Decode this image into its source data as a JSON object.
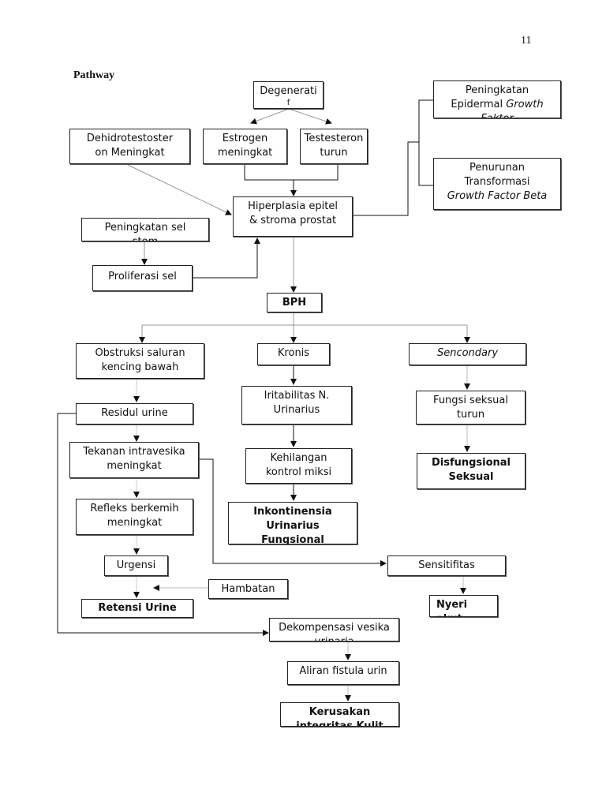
{
  "page_number": "11",
  "title": "Pathway",
  "nodes": {
    "degeneratif": [
      "Degenerati",
      "f"
    ],
    "egf": [
      "Peningkatan",
      "Epidermal ",
      "Growth",
      "Faktor"
    ],
    "dht": [
      "Dehidrotestoster",
      "on  Meningkat"
    ],
    "estrogen": [
      "Estrogen",
      "meningkat"
    ],
    "testosteron": [
      "Testesteron",
      "turun"
    ],
    "tgf": [
      "Penurunan",
      "Transformasi",
      "Growth Factor Beta"
    ],
    "hiperplasia": [
      "Hiperplasia epitel",
      "& stroma prostat"
    ],
    "sel_stem": [
      "Peningkatan sel",
      "stem"
    ],
    "proliferasi": [
      "Proliferasi  sel"
    ],
    "bph": [
      "BPH"
    ],
    "obstruksi": [
      "Obstruksi saluran",
      "kencing bawah"
    ],
    "kronis": [
      "Kronis"
    ],
    "sencondary": [
      "Sencondary"
    ],
    "iritabilitas": [
      "Iritabilitas N.",
      "Urinarius"
    ],
    "fungsi_seksual": [
      "Fungsi seksual",
      "turun"
    ],
    "residul": [
      "Residul urine"
    ],
    "tekanan": [
      "Tekanan intravesika",
      "meningkat"
    ],
    "kehilangan": [
      "Kehilangan",
      "kontrol miksi"
    ],
    "disfungsional": [
      "Disfungsional",
      "Seksual"
    ],
    "refleks": [
      "Refleks berkemih",
      "meningkat"
    ],
    "inkontinensia": [
      "Inkontinensia",
      "Urinarius",
      "Fungsional"
    ],
    "urgensi": [
      "Urgensi"
    ],
    "sensitifitas": [
      "Sensitifitas"
    ],
    "hambatan": [
      "Hambatan"
    ],
    "retensi": [
      "Retensi Urine"
    ],
    "nyeri": [
      "Nyeri",
      "akut"
    ],
    "dekompensasi": [
      "Dekompensasi vesika",
      "urinaria"
    ],
    "aliran": [
      "Aliran fistula urin"
    ],
    "kerusakan": [
      "Kerusakan",
      "integritas Kulit"
    ]
  }
}
